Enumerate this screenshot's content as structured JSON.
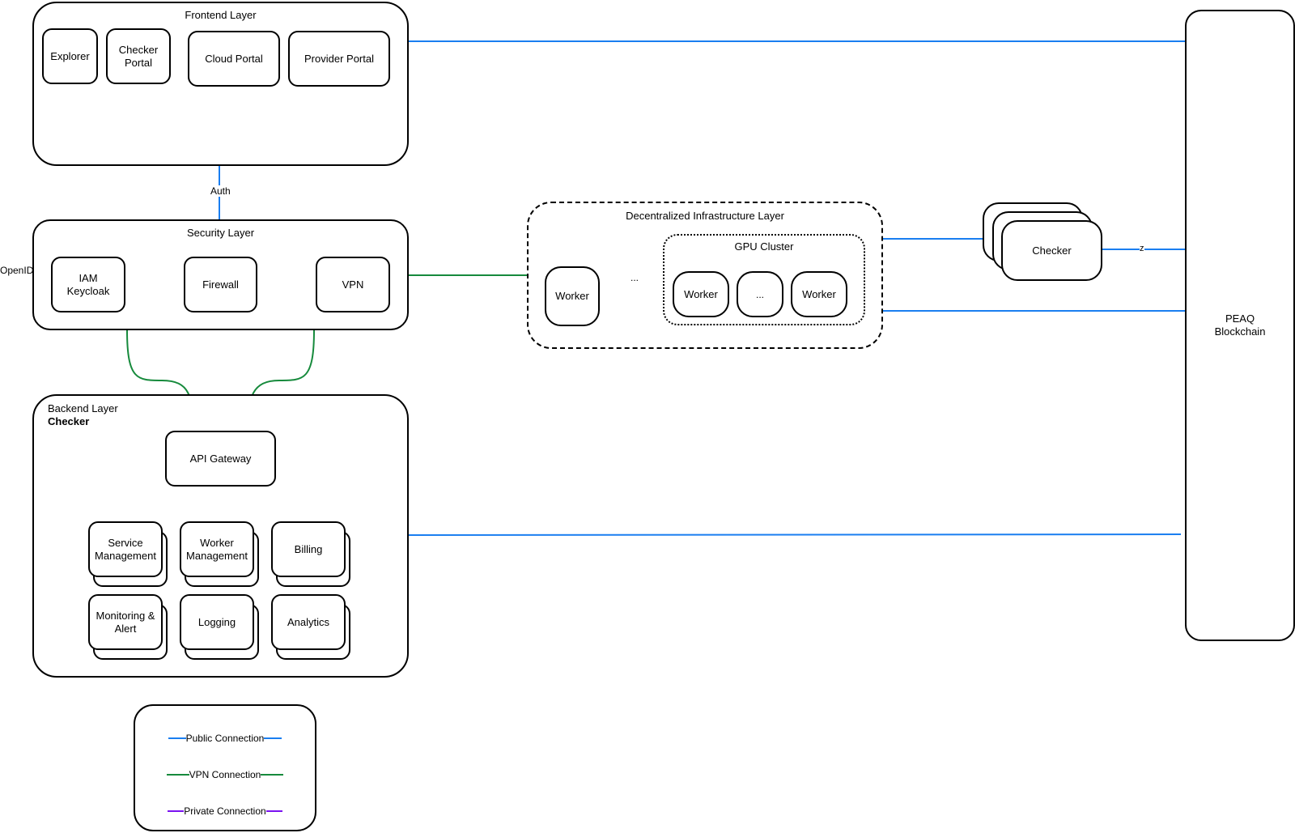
{
  "colors": {
    "public": "#1a7ef0",
    "vpn": "#168a3c",
    "private": "#7a12f0",
    "border": "#000000"
  },
  "frontend": {
    "title": "Frontend Layer",
    "items": [
      "Explorer",
      "Checker Portal",
      "Cloud Portal",
      "Provider Portal"
    ]
  },
  "auth_label": "Auth",
  "security": {
    "title": "Security Layer",
    "openid_label": "OpenID",
    "items": [
      "IAM Keycloak",
      "Firewall",
      "VPN"
    ]
  },
  "backend": {
    "title": "Backend Layer",
    "subtitle": "Checker",
    "gateway": "API Gateway",
    "services": [
      "Service Management",
      "Worker Management",
      "Billing",
      "Monitoring & Alert",
      "Logging",
      "Analytics"
    ]
  },
  "infra": {
    "title": "Decentralized Infrastructure Layer",
    "worker": "Worker",
    "ellipsis": "...",
    "gpu_cluster": {
      "title": "GPU Cluster",
      "items": [
        "Worker",
        "...",
        "Worker"
      ]
    }
  },
  "checker_node": {
    "label": "Checker",
    "edge_label": "z"
  },
  "blockchain": {
    "label": "PEAQ Blockchain"
  },
  "legend": {
    "items": [
      {
        "label": "Public Connection",
        "type": "public"
      },
      {
        "label": "VPN Connection",
        "type": "vpn"
      },
      {
        "label": "Private Connection",
        "type": "private"
      }
    ]
  }
}
